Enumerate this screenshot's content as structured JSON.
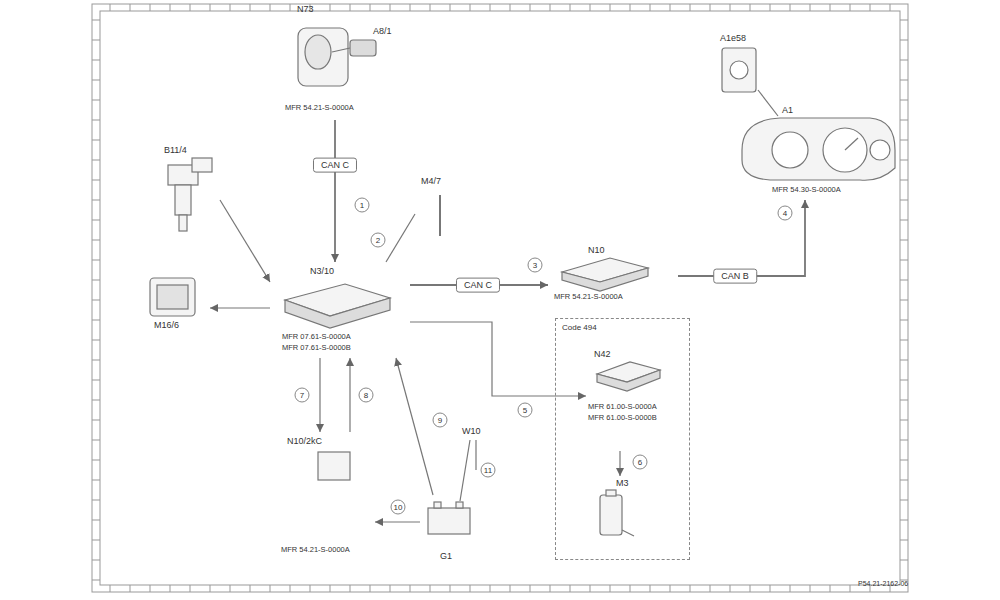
{
  "diagram": {
    "nodes": [
      {
        "text": [
          "N73",
          "A8/1",
          "MFR 54.21-S-0000A"
        ]
      },
      {
        "text": [
          "B11/4"
        ]
      },
      {
        "text": [
          "M4/7"
        ]
      },
      {
        "text": [
          "N3/10",
          "MFR 07.61-S-0000A",
          "MFR 07.61-S-0000B"
        ]
      },
      {
        "text": [
          "M16/6"
        ]
      },
      {
        "text": [
          "N10",
          "MFR 54.21-S-0000A"
        ]
      },
      {
        "text": [
          "A1",
          "MFR 54.30-S-0000A"
        ]
      },
      {
        "text": [
          "N10/2kC",
          "MFR 54.21-S-0000A"
        ]
      },
      {
        "text": [
          "G1"
        ]
      },
      {
        "text": [
          "Code 494"
        ]
      },
      {
        "text": [
          "N42",
          "MFR 61.00-S-0000A",
          "MFR 61.00-S-0000B"
        ],
        "in": 9
      },
      {
        "text": [
          "M3"
        ],
        "in": 9
      }
    ],
    "edges": [
      {
        "from": 0,
        "to": 3,
        "arrow": "to",
        "label": "CAN C"
      },
      {
        "from": 1,
        "to": 3,
        "arrow": "to"
      },
      {
        "from": 2,
        "to": 3,
        "arrow": "none"
      },
      {
        "from": 3,
        "to": 4,
        "arrow": "to"
      },
      {
        "from": 3,
        "to": 5,
        "arrow": "to",
        "label": "CAN C"
      },
      {
        "from": 5,
        "to": 6,
        "arrow": "to",
        "label": "CAN B"
      },
      {
        "from": 3,
        "to": 10,
        "arrow": "to"
      },
      {
        "from": 10,
        "to": 11,
        "arrow": "to"
      },
      {
        "from": 3,
        "to": 7,
        "arrow": "to"
      },
      {
        "from": 7,
        "to": 3,
        "arrow": "to"
      },
      {
        "from": 8,
        "to": 3,
        "arrow": "to"
      },
      {
        "from": 8,
        "to": 7,
        "arrow": "to"
      }
    ],
    "labels": [
      "1",
      "2",
      "3",
      "4",
      "5",
      "6",
      "7",
      "8",
      "9",
      "10",
      "11",
      "W10",
      "A1e58",
      "P54.21-2162-06"
    ]
  }
}
